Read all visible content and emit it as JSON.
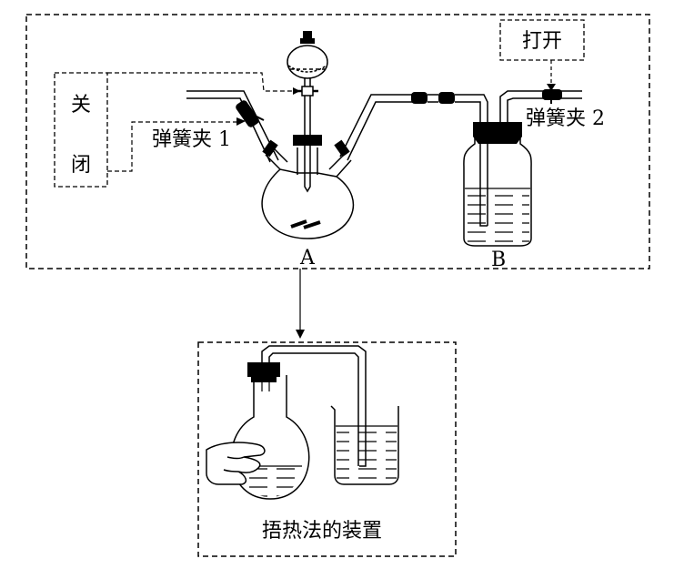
{
  "labels": {
    "close": [
      "关",
      "闭"
    ],
    "open": "打开",
    "clamp1": "弹簧夹 1",
    "clamp2": "弹簧夹 2",
    "flask_a": "A",
    "bottle_b": "B",
    "method": "捂热法的装置"
  }
}
